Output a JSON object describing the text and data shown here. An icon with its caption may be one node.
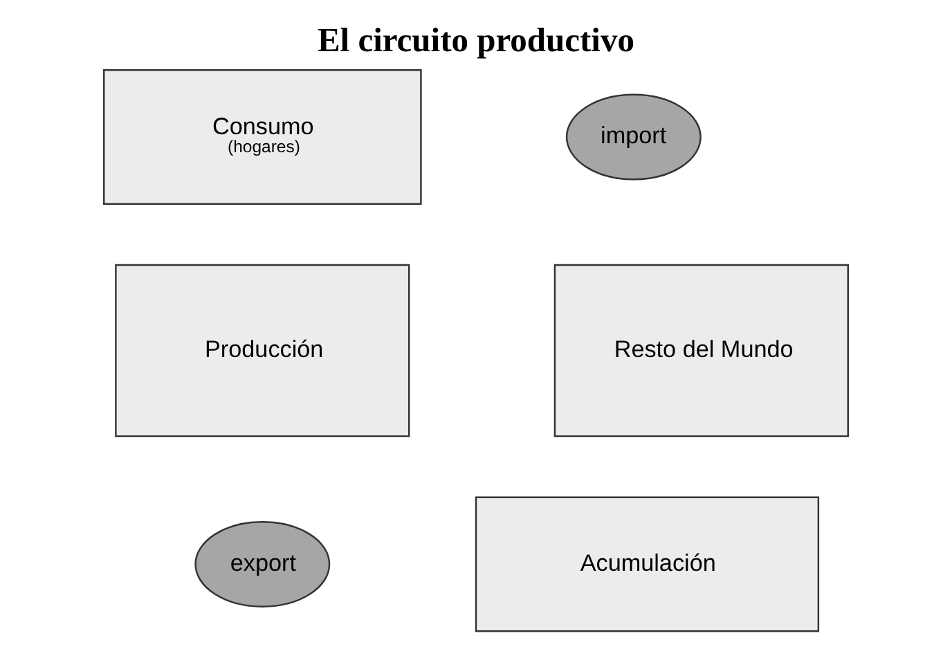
{
  "diagram": {
    "title": "El circuito productivo",
    "nodes": [
      {
        "text": [
          "Consumo",
          "(hogares)"
        ]
      },
      {
        "text": [
          "import"
        ]
      },
      {
        "text": [
          "Producción"
        ]
      },
      {
        "text": [
          "Resto del Mundo"
        ]
      },
      {
        "text": [
          "export"
        ]
      },
      {
        "text": [
          "Acumulación"
        ]
      }
    ],
    "edges": []
  }
}
